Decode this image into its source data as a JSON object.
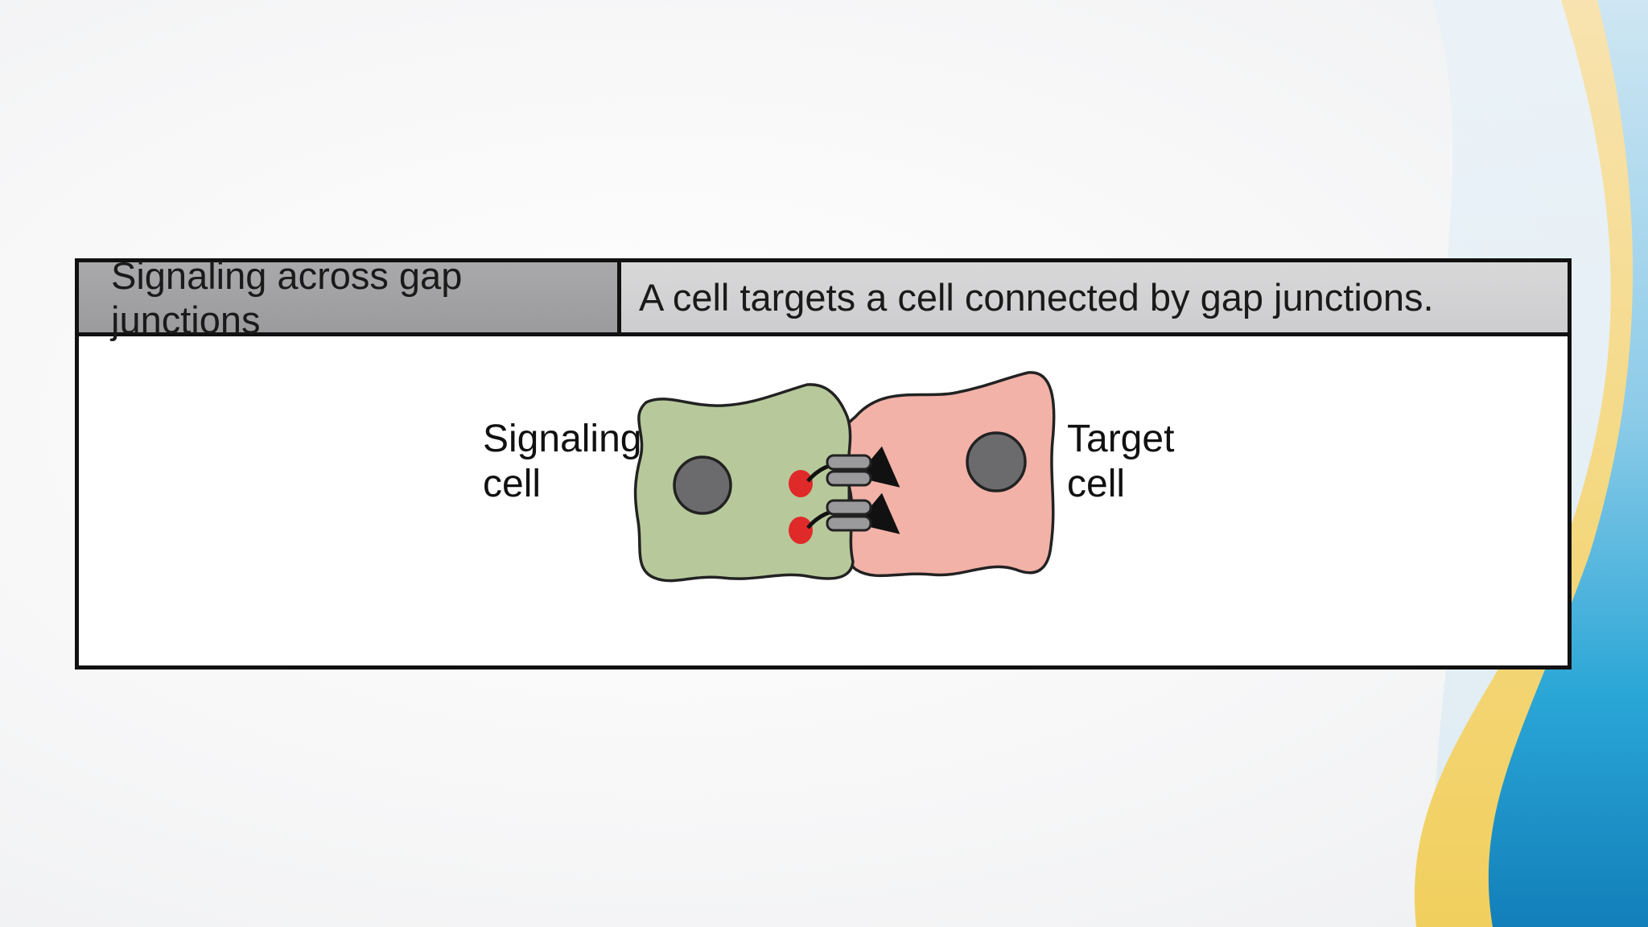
{
  "table": {
    "header_left": "Signaling across gap junctions",
    "header_right": "A cell targets a cell connected by gap junctions."
  },
  "diagram": {
    "signaling_label": [
      "Signaling",
      "cell"
    ],
    "target_label": [
      "Target",
      "cell"
    ]
  },
  "colors": {
    "signaling_cell": "#b7c99b",
    "target_cell": "#f2b2a8",
    "nucleus": "#6b6b6d",
    "signal_molecule": "#e02a2a",
    "gap_junction": "#9a9a9c",
    "deco_blue": "#1a8fc4",
    "deco_yellow": "#f3d36b"
  }
}
